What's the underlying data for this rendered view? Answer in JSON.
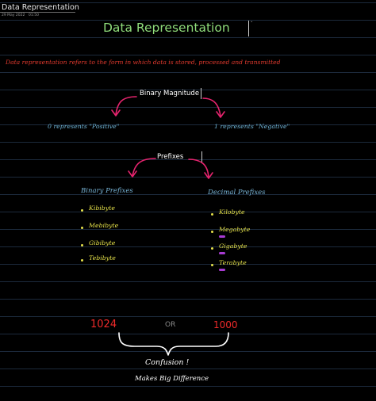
{
  "note": {
    "title": "Data Representation",
    "date": "29 May 2022",
    "time": "01:50"
  },
  "heading": "Data Representation",
  "definition": "Data representation refers to the form in which data is stored, processed and transmitted",
  "binary_magnitude": {
    "label": "Binary Magnitude",
    "left": "0 represents \"Positive\"",
    "right": "1 represents \"Negative\""
  },
  "prefixes": {
    "label": "Prefixes",
    "binary_title": "Binary Prefixes",
    "binary_items": [
      "Kibibyte",
      "Mebibyte",
      "Gibibyte",
      "Tebibyte"
    ],
    "decimal_title": "Decimal Prefixes",
    "decimal_items": [
      "Kilobyte",
      "Megabyte",
      "Gigabyte",
      "Terabyte"
    ]
  },
  "comparison": {
    "left": "1024",
    "or": "OR",
    "right": "1000",
    "result_1": "Confusion !",
    "result_2": "Makes Big Difference"
  },
  "colors": {
    "heading": "#8fdc7a",
    "definition": "#e33a2e",
    "arrows": "#e6246e",
    "list_titles": "#79b6d9",
    "bullets": "#e6e24a",
    "highlight": "#a83bd2",
    "numbers": "#ef2a2a"
  }
}
